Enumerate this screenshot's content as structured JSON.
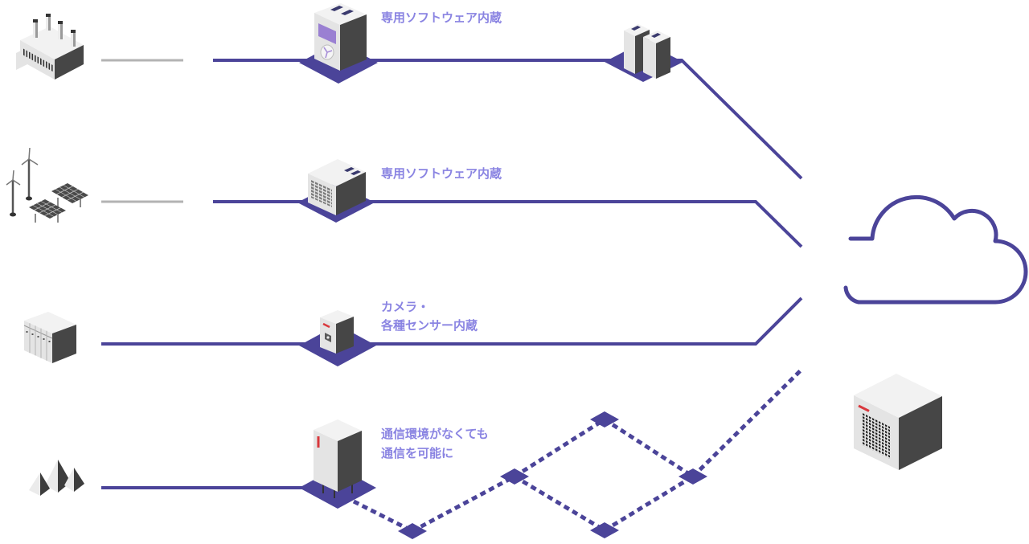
{
  "labels": {
    "software_1": "専用ソフトウェア内蔵",
    "software_2": "専用ソフトウェア内蔵",
    "camera": [
      "カメラ・",
      "各種センサー内蔵"
    ],
    "offline": [
      "通信環境がなくても",
      "通信を可能に"
    ]
  },
  "icons": {
    "row1_source": "factory-icon",
    "row2_source": "renewable-energy-icon",
    "row3_source": "server-rack-icon",
    "row4_source": "mountains-icon",
    "row1_device": "edge-computer-icon",
    "row1_relay": "server-pair-icon",
    "row2_device": "industrial-pc-icon",
    "row3_device": "camera-sensor-device-icon",
    "row4_device": "outdoor-cabinet-icon",
    "destination": "cloud-icon",
    "gateway": "gateway-box-icon",
    "mesh_nodes": "mesh-node-icon"
  },
  "colors": {
    "line": "#4b4499",
    "label": "#8a84e2",
    "gray": "#b3b3b3",
    "red": "#d9383d"
  }
}
